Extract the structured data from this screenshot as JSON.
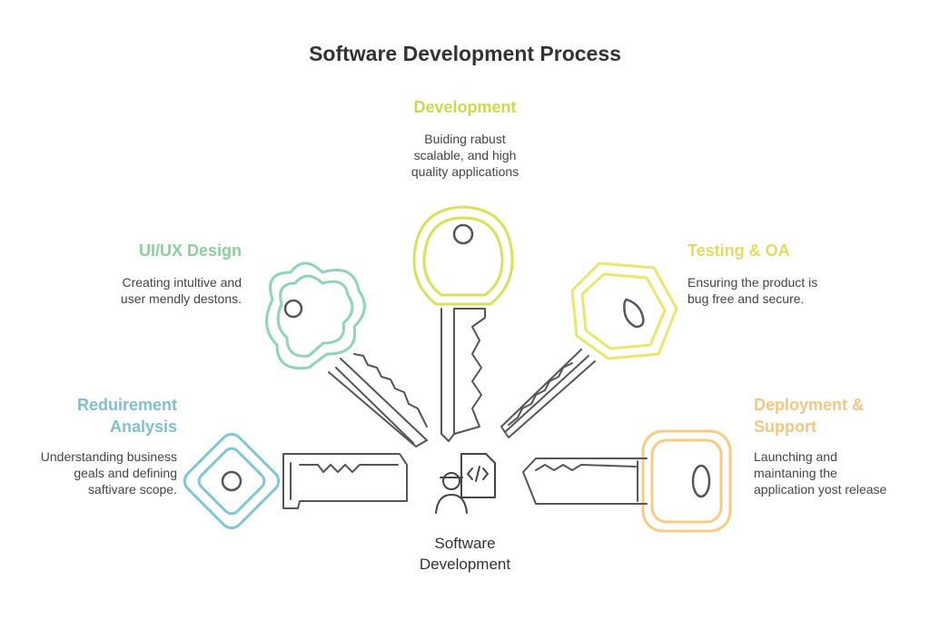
{
  "title": "Software Development Process",
  "center": {
    "label_line1": "Software",
    "label_line2": "Development",
    "icon": "developer-code-icon"
  },
  "stages": [
    {
      "title": "Reduirement",
      "title2": "Analysis",
      "desc": [
        "Understanding business",
        "geals and defining",
        "saftivare scope."
      ],
      "color": "#7fbfd0"
    },
    {
      "title": "UI/UX Design",
      "desc": [
        "Creating intultive and",
        "user mendly destons."
      ],
      "color": "#8ccf9c"
    },
    {
      "title": "Development",
      "desc": [
        "Buiding rabust",
        "scalable, and high",
        "quality applications"
      ],
      "color": "#cfd84a"
    },
    {
      "title": "Testing & OA",
      "desc": [
        "Ensuring the product is",
        "bug free and secure."
      ],
      "color": "#e2dc5e"
    },
    {
      "title": "Deployment &",
      "title2": "Support",
      "desc": [
        "Launching and",
        "maintaning the",
        "application yost release"
      ],
      "color": "#f5c583"
    }
  ]
}
